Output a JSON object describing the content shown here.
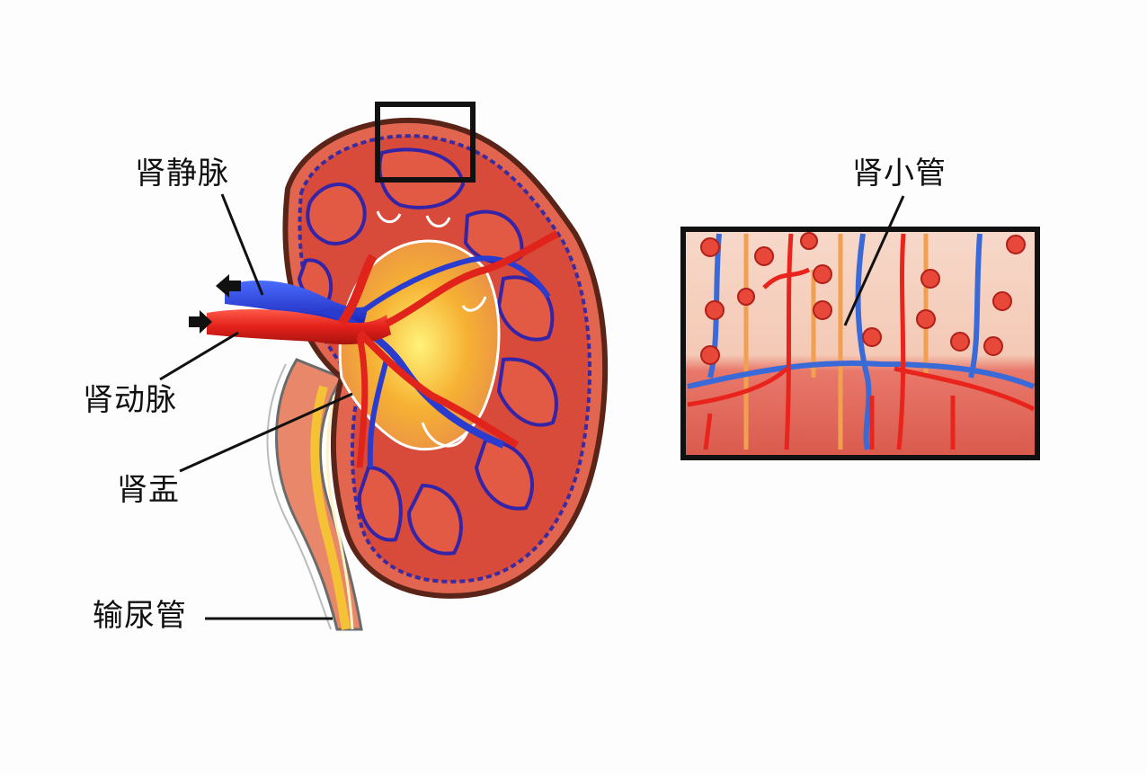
{
  "diagram": {
    "subject": "kidney anatomy",
    "labels": {
      "renal_vein": "肾静脉",
      "renal_artery": "肾动脉",
      "renal_pelvis": "肾盂",
      "ureter": "输尿管",
      "renal_tubule": "肾小管"
    },
    "colors": {
      "background": "#fdfdfe",
      "kidney_outline": "#5a2418",
      "cortex": "#d9533f",
      "medulla": "#e0604a",
      "pelvis": "#f5b24a",
      "artery": "#e0241c",
      "vein": "#2a3ccf",
      "line": "#111111"
    }
  }
}
